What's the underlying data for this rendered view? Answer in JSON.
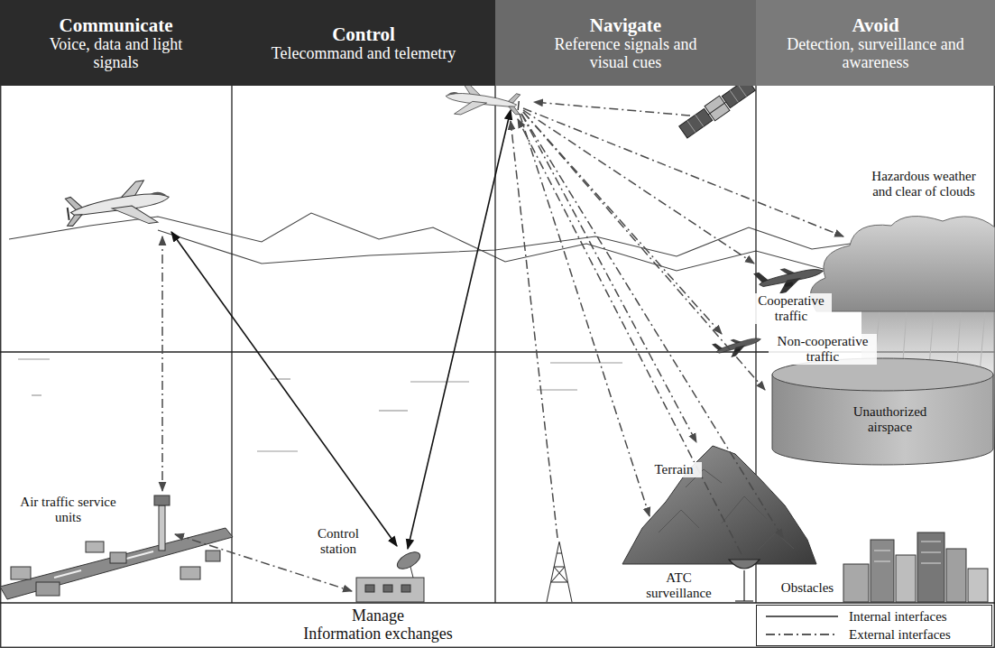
{
  "diagram": {
    "nodes": [
      {
        "text": [
          "Communicate",
          "Voice, data and light signals"
        ]
      },
      {
        "text": [
          "Control",
          "Telecommand and telemetry"
        ]
      },
      {
        "text": [
          "Navigate",
          "Reference signals and visual cues"
        ]
      },
      {
        "text": [
          "Avoid",
          "Detection, surveillance and awareness"
        ]
      },
      {
        "text": [
          "Unauthorized airspace"
        ]
      },
      {
        "text": [
          "Manage",
          "Information exchanges"
        ]
      }
    ],
    "labels": [
      "Hazardous weather and clear of clouds",
      "Cooperative traffic",
      "Non-cooperative traffic",
      "Air traffic service units",
      "Control station",
      "Terrain",
      "ATC surveillance",
      "Obstacles"
    ],
    "legend": [
      {
        "text": "Internal interfaces"
      },
      {
        "text": "External interfaces"
      }
    ]
  }
}
